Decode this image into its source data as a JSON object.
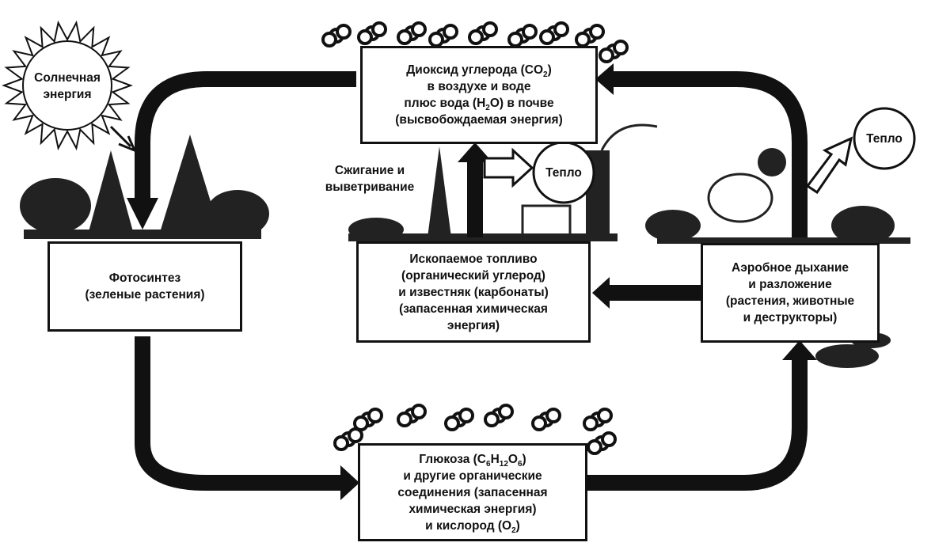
{
  "sun": {
    "line1": "Солнечная",
    "line2": "энергия"
  },
  "co2_box": {
    "l1a": "Диоксид углерода (CO",
    "l1sub": "2",
    "l1b": ")",
    "l2": "в воздухе и воде",
    "l3a": "плюс вода (H",
    "l3sub": "2",
    "l3b": "O) в почве",
    "l4": "(высвобождаемая энергия)"
  },
  "photo_box": {
    "l1": "Фотосинтез",
    "l2": "(зеленые растения)"
  },
  "fossil_box": {
    "l1": "Ископаемое топливо",
    "l2": "(органический углерод)",
    "l3": "и известняк (карбонаты)",
    "l4": "(запасенная химическая",
    "l5": "энергия)"
  },
  "aerobic_box": {
    "l1": "Аэробное дыхание",
    "l2": "и разложение",
    "l3": "(растения, животные",
    "l4": "и деструкторы)"
  },
  "glucose_box": {
    "l1a": "Глюкоза (C",
    "s1": "6",
    "l1b": "H",
    "s2": "12",
    "l1c": "O",
    "s3": "6",
    "l1d": ")",
    "l2": "и другие органические",
    "l3": "соединения (запасенная",
    "l4": "химическая энергия)",
    "l5a": "и кислород (O",
    "l5sub": "2",
    "l5b": ")"
  },
  "burning_label": {
    "l1": "Сжигание и",
    "l2": "выветривание"
  },
  "heat_center": "Тепло",
  "heat_right": "Тепло",
  "colors": {
    "ink": "#111111",
    "background": "#ffffff"
  }
}
